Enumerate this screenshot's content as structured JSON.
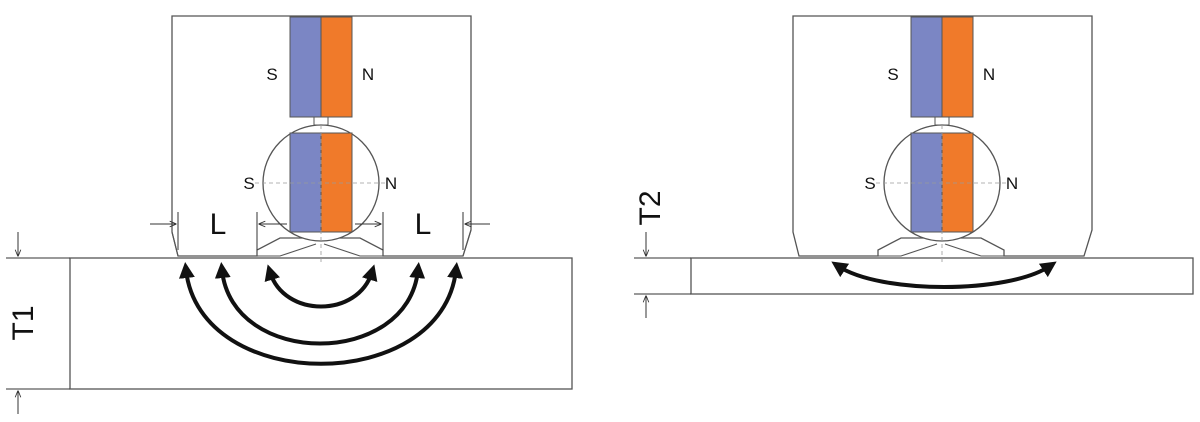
{
  "left": {
    "top_magnet": {
      "s_label": "S",
      "n_label": "N"
    },
    "rotor_magnet": {
      "s_label": "S",
      "n_label": "N"
    },
    "gap_label_left": "L",
    "gap_label_right": "L",
    "thickness_label": "T1"
  },
  "right": {
    "top_magnet": {
      "s_label": "S",
      "n_label": "N"
    },
    "rotor_magnet": {
      "s_label": "S",
      "n_label": "N"
    },
    "thickness_label": "T2"
  },
  "colors": {
    "south_pole": "#7b86c4",
    "north_pole": "#f07a2a",
    "outline": "#555555",
    "flux_arrow": "#111111"
  }
}
